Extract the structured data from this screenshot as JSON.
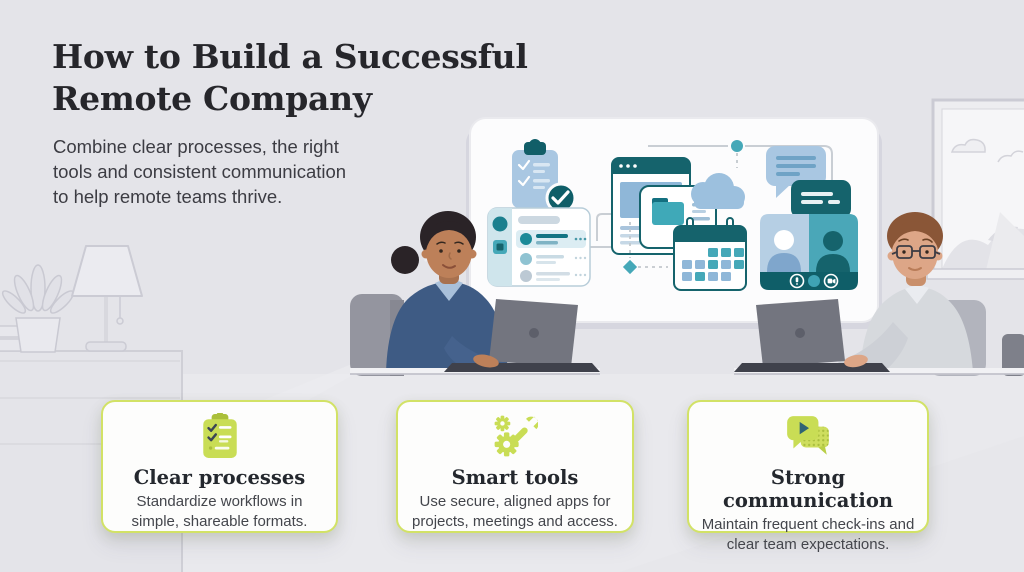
{
  "header": {
    "title_line1": "How to Build a Successful",
    "title_line2": "Remote Company",
    "subtitle_lines": [
      "Combine clear processes, the right",
      "tools and consistent communication",
      "to help remote teams thrive."
    ]
  },
  "cards": [
    {
      "icon": "clipboard-checklist-icon",
      "title": "Clear processes",
      "body": "Standardize workflows in simple, shareable formats."
    },
    {
      "icon": "gears-wrench-icon",
      "title": "Smart tools",
      "body": "Use secure, aligned apps for projects, meetings and access."
    },
    {
      "icon": "chat-bubbles-icon",
      "title": "Strong communication",
      "body": "Maintain frequent check-ins and clear team expectations."
    }
  ],
  "colors": {
    "background": "#e4e4e9",
    "card_border": "#d2e266",
    "accent_lime": "#c9dd55",
    "teal_dark": "#15636c",
    "teal_mid": "#45a8b8",
    "light_blue": "#a9c7e2",
    "title_text": "#26262b",
    "body_text": "#44464c"
  },
  "illustration": {
    "whiteboard_icons": [
      "clipboard-check",
      "task-list-window",
      "browser-window",
      "folder-card",
      "cloud",
      "calendar",
      "chat-bubbles",
      "video-call-window"
    ],
    "people": [
      "woman-at-laptop",
      "man-at-laptop"
    ],
    "decor": [
      "books",
      "plant",
      "lamp",
      "cabinet",
      "window-view"
    ]
  }
}
